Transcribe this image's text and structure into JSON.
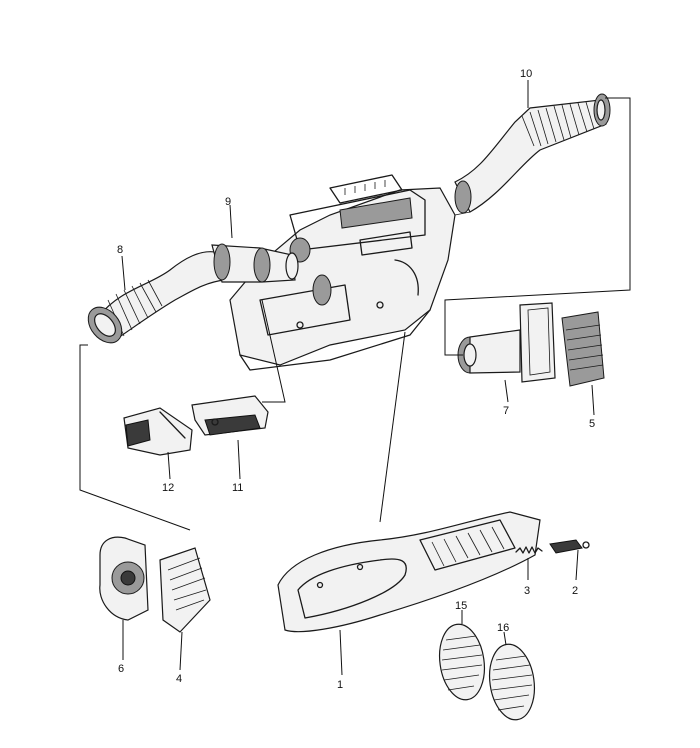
{
  "callouts": {
    "c1": "1",
    "c2": "2",
    "c3": "3",
    "c4": "4",
    "c5": "5",
    "c6": "6",
    "c7": "7",
    "c8": "8",
    "c9": "9",
    "c10": "10",
    "c11": "11",
    "c12": "12",
    "c15": "15",
    "c16": "16"
  }
}
